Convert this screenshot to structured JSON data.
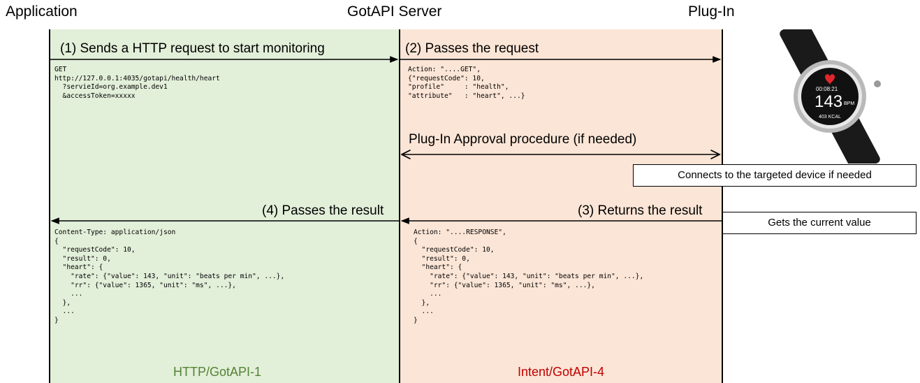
{
  "headers": {
    "application": "Application",
    "server": "GotAPI Server",
    "plugin": "Plug-In"
  },
  "steps": {
    "step1": "(1) Sends a HTTP request to start monitoring",
    "step2": "(2) Passes the request",
    "approval": "Plug-In Approval procedure (if needed)",
    "step3": "(3) Returns the result",
    "step4": "(4) Passes the result"
  },
  "code": {
    "request_http": "GET\nhttp://127.0.0.1:4035/gotapi/health/heart\n  ?servieId=org.example.dev1\n  &accessToken=xxxxx",
    "request_intent": "Action: \"....GET\",\n{\"requestCode\": 10,\n\"profile\"     : \"health\",\n\"attribute\"   : \"heart\", ...}",
    "response_http": "Content-Type: application/json\n{\n  \"requestCode\": 10,\n  \"result\": 0,\n  \"heart\": {\n    \"rate\": {\"value\": 143, \"unit\": \"beats per min\", ...},\n    \"rr\": {\"value\": 1365, \"unit\": \"ms\", ...},\n    ...\n  },\n  ...\n}",
    "response_intent": "Action: \"....RESPONSE\",\n{\n  \"requestCode\": 10,\n  \"result\": 0,\n  \"heart\": {\n    \"rate\": {\"value\": 143, \"unit\": \"beats per min\", ...},\n    \"rr\": {\"value\": 1365, \"unit\": \"ms\", ...},\n    ...\n  },\n  ...\n}"
  },
  "notes": {
    "connect": "Connects to the targeted device if needed",
    "gets": "Gets the current value"
  },
  "footers": {
    "http": "HTTP/GotAPI-1",
    "intent": "Intent/GotAPI-4"
  },
  "watch": {
    "time": "00:08:21",
    "bpm_value": "143",
    "bpm_unit": "BPM",
    "kcal": "403 KCAL"
  },
  "colors": {
    "http_panel": "#e2efd9",
    "intent_panel": "#fbe5d6",
    "http_footer": "#548235",
    "intent_footer": "#c00000",
    "watch_body": "#1a1a1a",
    "watch_bezel": "#b9b9b9",
    "heart": "#e0262c"
  }
}
